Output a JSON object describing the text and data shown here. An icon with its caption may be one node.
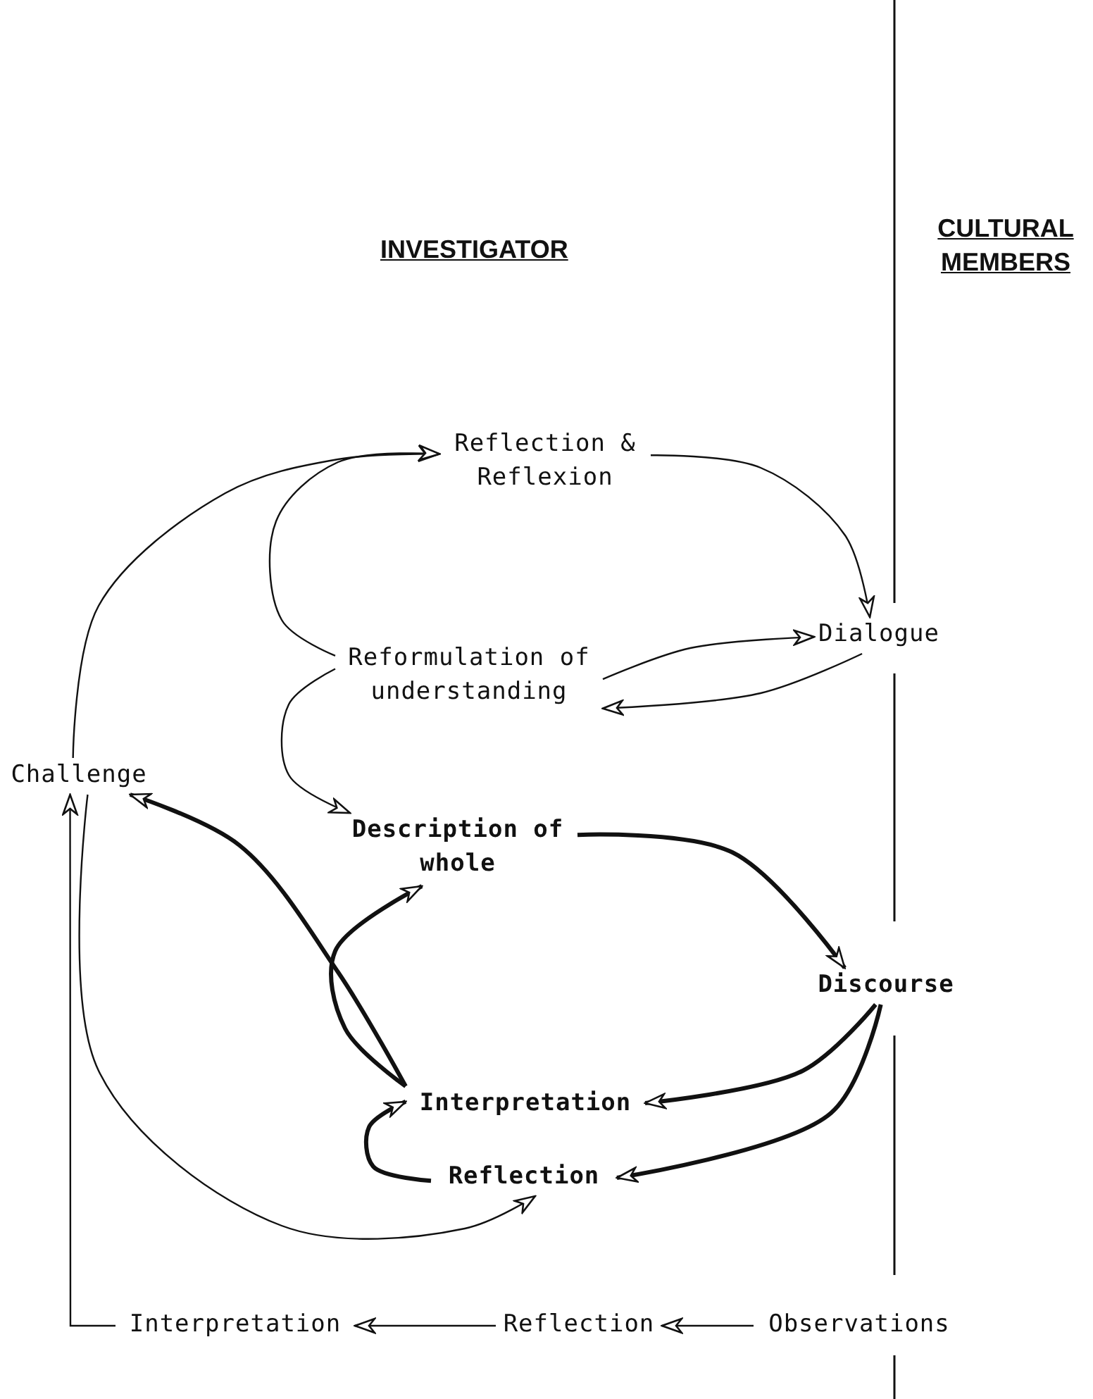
{
  "diagram": {
    "nodes": [
      {
        "text": [
          "Reflection & Reflexion"
        ]
      },
      {
        "text": [
          "Dialogue"
        ]
      },
      {
        "text": [
          "Reformulation of understanding"
        ]
      },
      {
        "text": [
          "Challenge"
        ]
      },
      {
        "text": [
          "Description of whole"
        ]
      },
      {
        "text": [
          "Discourse"
        ]
      },
      {
        "text": [
          "Interpretation"
        ]
      },
      {
        "text": [
          "Reflection"
        ]
      },
      {
        "text": [
          "Interpretation"
        ]
      },
      {
        "text": [
          "Reflection"
        ]
      },
      {
        "text": [
          "Observations"
        ]
      }
    ],
    "edges": [
      {
        "from": 3,
        "to": 0,
        "arrow": "to"
      },
      {
        "from": 2,
        "to": 0,
        "arrow": "to"
      },
      {
        "from": 0,
        "to": 1,
        "arrow": "to"
      },
      {
        "from": 2,
        "to": 1,
        "arrow": "to"
      },
      {
        "from": 1,
        "to": 2,
        "arrow": "to"
      },
      {
        "from": 2,
        "to": 4,
        "arrow": "to"
      },
      {
        "from": 4,
        "to": 5,
        "arrow": "to",
        "style": "thick"
      },
      {
        "from": 5,
        "to": 6,
        "arrow": "to",
        "style": "thick"
      },
      {
        "from": 5,
        "to": 7,
        "arrow": "to",
        "style": "thick"
      },
      {
        "from": 6,
        "to": 3,
        "arrow": "to",
        "style": "thick"
      },
      {
        "from": 6,
        "to": 4,
        "arrow": "to",
        "style": "thick"
      },
      {
        "from": 7,
        "to": 6,
        "arrow": "to",
        "style": "thick"
      },
      {
        "from": 3,
        "to": 7,
        "arrow": "to"
      },
      {
        "from": 10,
        "to": 9,
        "arrow": "to"
      },
      {
        "from": 9,
        "to": 8,
        "arrow": "to"
      },
      {
        "from": 8,
        "to": 3,
        "arrow": "to"
      }
    ],
    "labels": [
      "INVESTIGATOR",
      "CULTURAL MEMBERS"
    ]
  }
}
